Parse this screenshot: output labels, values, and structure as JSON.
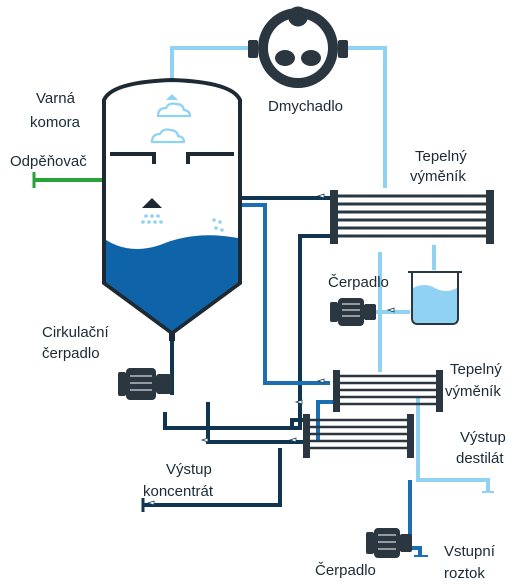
{
  "diagram": {
    "title": "",
    "labels": {
      "chamber_1": "Varná",
      "chamber_2": "komora",
      "foam": "Odpěňovač",
      "blower": "Dmychadlo",
      "hx1_1": "Tepelný",
      "hx1_2": "výměník",
      "pump_right": "Čerpadlo",
      "circ_1": "Cirkulační",
      "circ_2": "čerpadlo",
      "hx2_1": "Tepelný",
      "hx2_2": "výměník",
      "dist_1": "Výstup",
      "dist_2": "destilát",
      "conc_1": "Výstup",
      "conc_2": "koncentrát",
      "pump_bottom": "Čerpadlo",
      "inlet_1": "Vstupní",
      "inlet_2": "roztok"
    },
    "colors": {
      "dark_pipe": "#0f3550",
      "mid_pipe": "#1c6fb3",
      "light_pipe": "#8fd2f2",
      "foam_pipe": "#2aa23a",
      "liquid": "#0f63a8",
      "vessel_stroke": "#1e2a33",
      "equipment": "#2a3640",
      "text": "#1b2a35"
    },
    "icons": [
      "blower-icon",
      "pump-icon",
      "heat-exchanger-icon",
      "cloud-icon",
      "spray-nozzle-icon",
      "beaker-icon"
    ]
  }
}
